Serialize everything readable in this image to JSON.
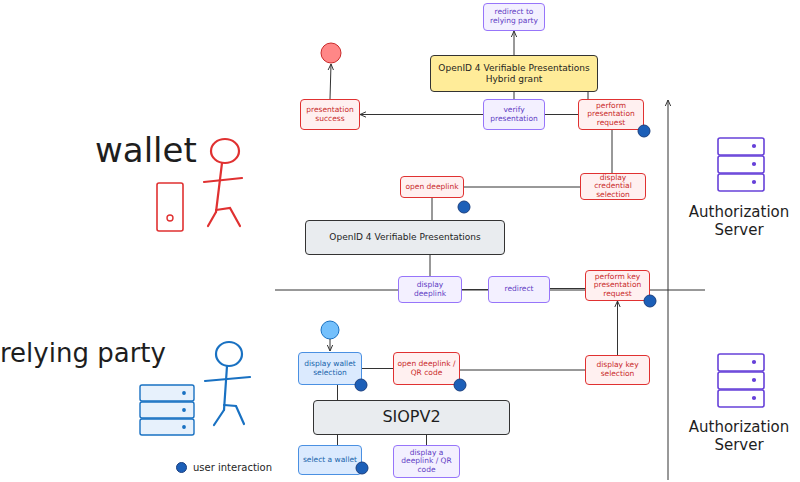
{
  "diagram": {
    "nodes": [
      {
        "text": [
          "redirect to relying party"
        ]
      },
      {
        "text": [
          "OpenID 4 Verifiable Presentations Hybrid grant"
        ]
      },
      {
        "text": [
          "presentation success"
        ]
      },
      {
        "text": [
          "verify presentation"
        ]
      },
      {
        "text": [
          "perform presentation request"
        ]
      },
      {
        "text": [
          "open deeplink"
        ]
      },
      {
        "text": [
          "display credential selection"
        ]
      },
      {
        "text": [
          "OpenID 4 Verifiable Presentations"
        ]
      },
      {
        "text": [
          "display deeplink"
        ]
      },
      {
        "text": [
          "redirect"
        ]
      },
      {
        "text": [
          "perform key presentation request"
        ]
      },
      {
        "text": [
          "display wallet selection"
        ]
      },
      {
        "text": [
          "open deeplink / QR code"
        ]
      },
      {
        "text": [
          "display key selection"
        ]
      },
      {
        "text": [
          "SIOPV2"
        ]
      },
      {
        "text": [
          "select a wallet"
        ]
      },
      {
        "text": [
          "display a deeplink / QR code"
        ]
      }
    ],
    "edges": [
      {
        "from": 1,
        "to": 0,
        "arrow": "to"
      },
      {
        "from": 3,
        "to": 1,
        "arrow": "none"
      },
      {
        "from": 3,
        "to": 2,
        "arrow": "to"
      },
      {
        "from": 4,
        "to": 3,
        "arrow": "none"
      },
      {
        "from": 4,
        "to": 1,
        "arrow": "none"
      },
      {
        "from": 6,
        "to": 4,
        "arrow": "none"
      },
      {
        "from": 5,
        "to": 6,
        "arrow": "none"
      },
      {
        "from": 5,
        "to": 7,
        "arrow": "none"
      },
      {
        "from": 7,
        "to": 8,
        "arrow": "none"
      },
      {
        "from": 8,
        "to": 9,
        "arrow": "none"
      },
      {
        "from": 9,
        "to": 10,
        "arrow": "none"
      },
      {
        "from": 13,
        "to": 10,
        "arrow": "to"
      },
      {
        "from": 12,
        "to": 13,
        "arrow": "none"
      },
      {
        "from": 11,
        "to": 12,
        "arrow": "none"
      },
      {
        "from": 11,
        "to": 14,
        "arrow": "none"
      },
      {
        "from": 14,
        "to": 15,
        "arrow": "none"
      },
      {
        "from": 14,
        "to": 16,
        "arrow": "none"
      }
    ],
    "labels": [
      "wallet",
      "relying party",
      "Authorization Server",
      "Authorization Server"
    ],
    "legend": [
      {
        "text": "user interaction",
        "color": "#1c5fb8"
      }
    ]
  }
}
